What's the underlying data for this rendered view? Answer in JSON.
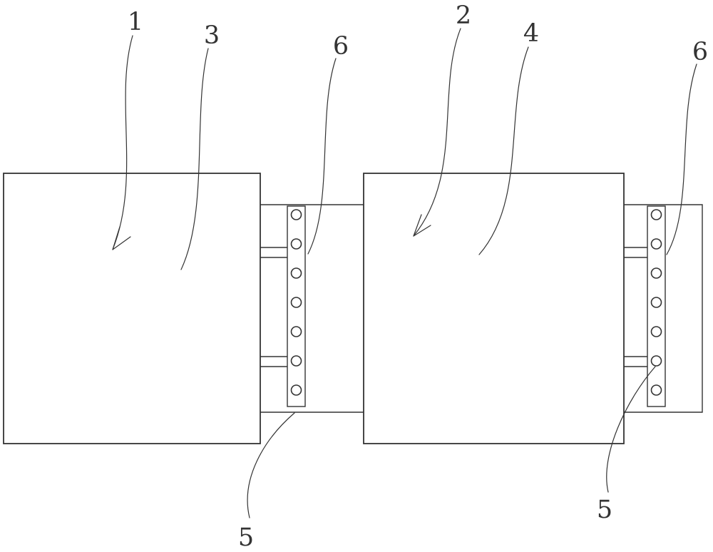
{
  "figure": {
    "background_color": "#ffffff",
    "line_color": "#333333",
    "bolt_holes_per_strip": 7,
    "callouts": {
      "ref1": "1",
      "ref2": "2",
      "ref3": "3",
      "ref4": "4",
      "ref5a": "5",
      "ref5b": "5",
      "ref6a": "6",
      "ref6b": "6"
    }
  }
}
